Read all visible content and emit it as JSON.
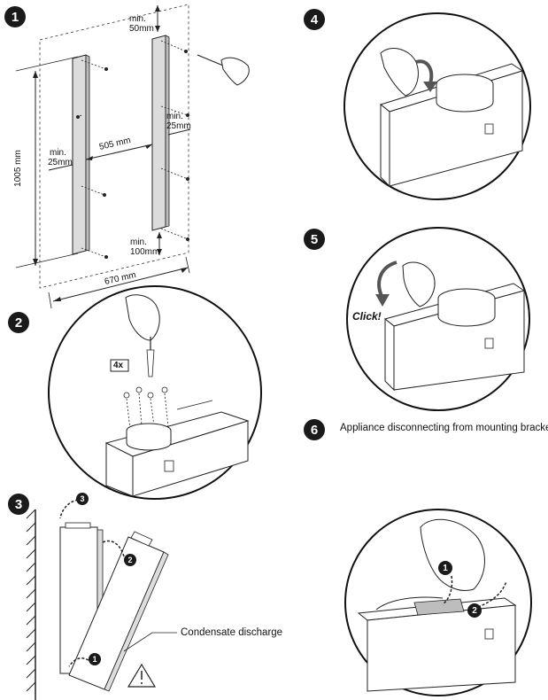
{
  "steps": [
    "1",
    "2",
    "3",
    "4",
    "5",
    "6"
  ],
  "step1": {
    "min50_line1": "min.",
    "min50_line2": "50mm",
    "min25_left_line1": "min.",
    "min25_left_line2": "25mm",
    "min25_right_line1": "min.",
    "min25_right_line2": "25mm",
    "min100_line1": "min.",
    "min100_line2": "100mm",
    "width_505": "505 mm",
    "height_1005": "1005 mm",
    "width_670": "670 mm"
  },
  "step2": {
    "screw_count": "4x"
  },
  "step3": {
    "condensate_label": "Condensate discharge",
    "markers": [
      "1",
      "2",
      "3"
    ]
  },
  "step5": {
    "click_label": "Click!"
  },
  "step6": {
    "caption": "Appliance disconnecting from mounting bracket",
    "markers": [
      "1",
      "2"
    ]
  }
}
